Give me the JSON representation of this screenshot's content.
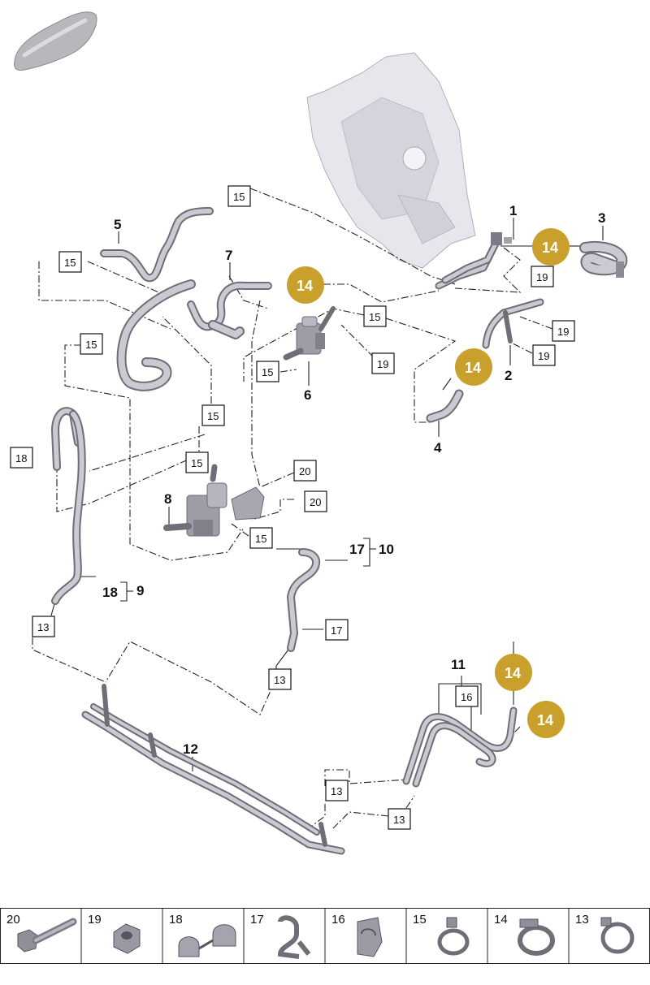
{
  "callouts": {
    "c1": "1",
    "c2": "2",
    "c3": "3",
    "c4": "4",
    "c5": "5",
    "c6": "6",
    "c7": "7",
    "c8": "8",
    "c9": "9",
    "c10": "10",
    "c11": "11",
    "c12": "12",
    "c17_10": "17",
    "c18_9": "18"
  },
  "boxes": {
    "b15": "15",
    "b16": "16",
    "b17": "17",
    "b18": "18",
    "b19": "19",
    "b20": "20",
    "b13": "13"
  },
  "badges": {
    "b14": "14"
  },
  "legend": [
    "20",
    "19",
    "18",
    "17",
    "16",
    "15",
    "14",
    "13"
  ],
  "colors": {
    "badge": "#c9a02c",
    "pipe": "#6d6e76",
    "panel": "#e6e6ec"
  }
}
